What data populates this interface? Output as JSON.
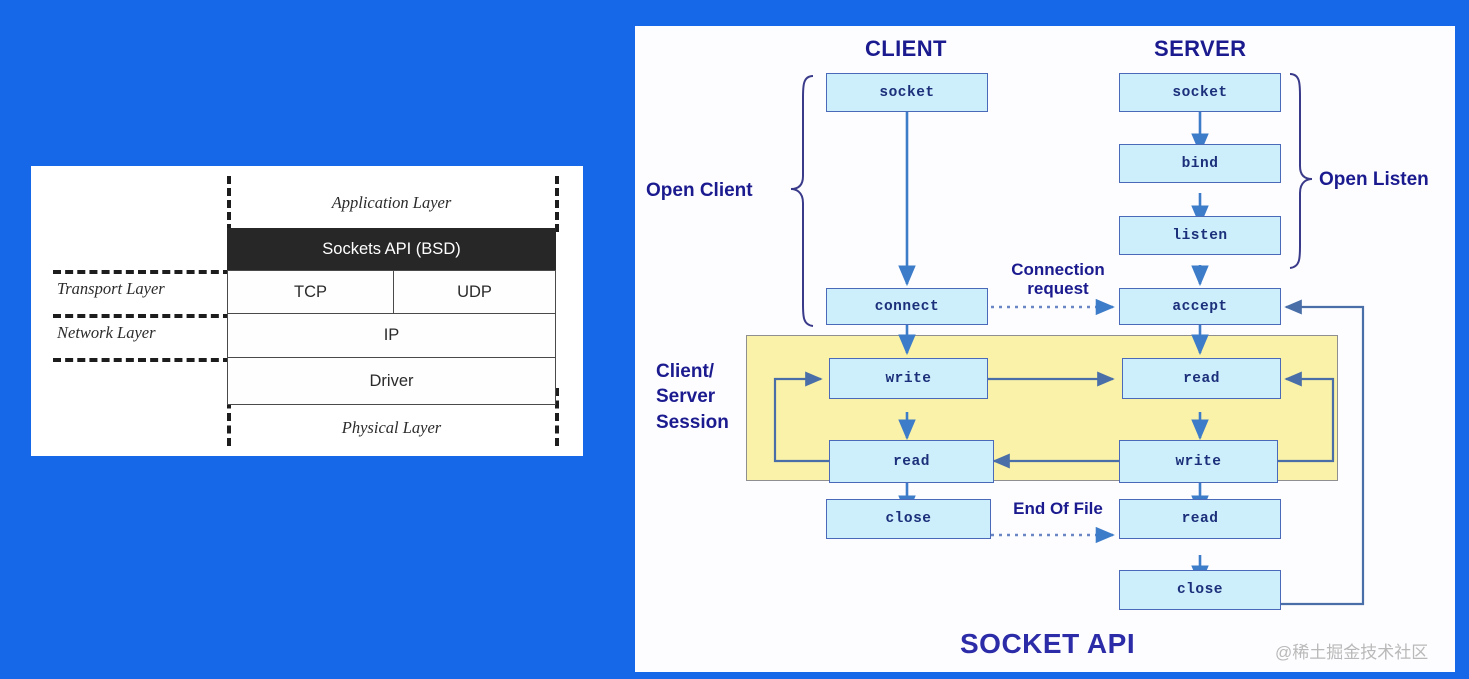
{
  "background_color": "#1668e8",
  "left_panel": {
    "name": "network-protocol-stack",
    "side_labels": [
      {
        "text": "Transport Layer"
      },
      {
        "text": "Network Layer"
      }
    ],
    "rows": [
      {
        "text": "Application Layer",
        "style": "open-italic"
      },
      {
        "text": "Sockets API (BSD)",
        "style": "dark"
      },
      {
        "text": "TCP",
        "style": "cell"
      },
      {
        "text": "UDP",
        "style": "cell"
      },
      {
        "text": "IP",
        "style": "cell"
      },
      {
        "text": "Driver",
        "style": "cell"
      },
      {
        "text": "Physical Layer",
        "style": "open-italic"
      }
    ]
  },
  "right_panel": {
    "title": "SOCKET API",
    "watermark": "@稀土掘金技术社区",
    "columns": [
      {
        "id": "client",
        "title": "CLIENT"
      },
      {
        "id": "server",
        "title": "SERVER"
      }
    ],
    "client_nodes": [
      {
        "label": "socket"
      },
      {
        "label": "connect"
      },
      {
        "label": "write"
      },
      {
        "label": "read"
      },
      {
        "label": "close"
      }
    ],
    "server_nodes": [
      {
        "label": "socket"
      },
      {
        "label": "bind"
      },
      {
        "label": "listen"
      },
      {
        "label": "accept"
      },
      {
        "label": "read"
      },
      {
        "label": "write"
      },
      {
        "label": "read"
      },
      {
        "label": "close"
      }
    ],
    "brace_labels": [
      {
        "id": "open-client",
        "text": "Open Client"
      },
      {
        "id": "open-listen",
        "text": "Open Listen"
      },
      {
        "id": "session",
        "text": "Client/\nServer\nSession",
        "line1": "Client/",
        "line2": "Server",
        "line3": "Session"
      }
    ],
    "edge_labels": [
      {
        "id": "connection-request",
        "line1": "Connection",
        "line2": "request"
      },
      {
        "id": "end-of-file",
        "line1": "End Of File"
      }
    ],
    "colors": {
      "node_fill": "#cdeefb",
      "node_border": "#4a69b8",
      "node_text": "#1b2f7a",
      "session_fill": "#faf2a8",
      "label_text": "#1b1b8f",
      "title_text": "#2c2ca8",
      "arrow": "#3d7cc9"
    }
  }
}
